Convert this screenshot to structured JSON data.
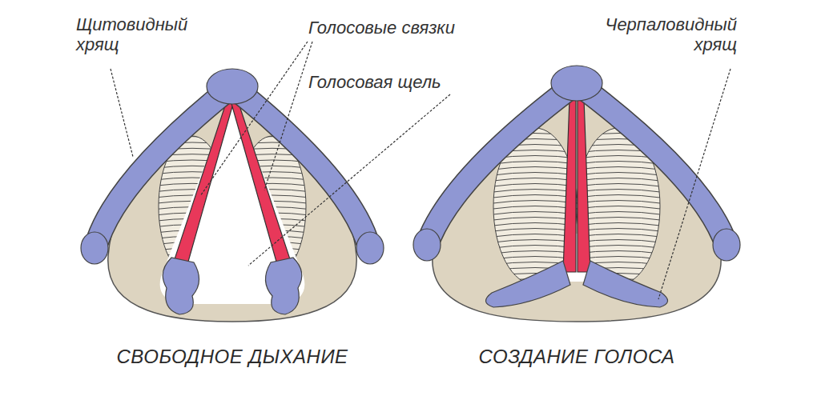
{
  "diagram": {
    "labels": [
      "Щитовидный хрящ",
      "Голосовые связки",
      "Голосовая щель",
      "Черпаловидный хрящ",
      "СВОБОДНОЕ ДЫХАНИЕ",
      "СОЗДАНИЕ ГОЛОСА"
    ]
  }
}
